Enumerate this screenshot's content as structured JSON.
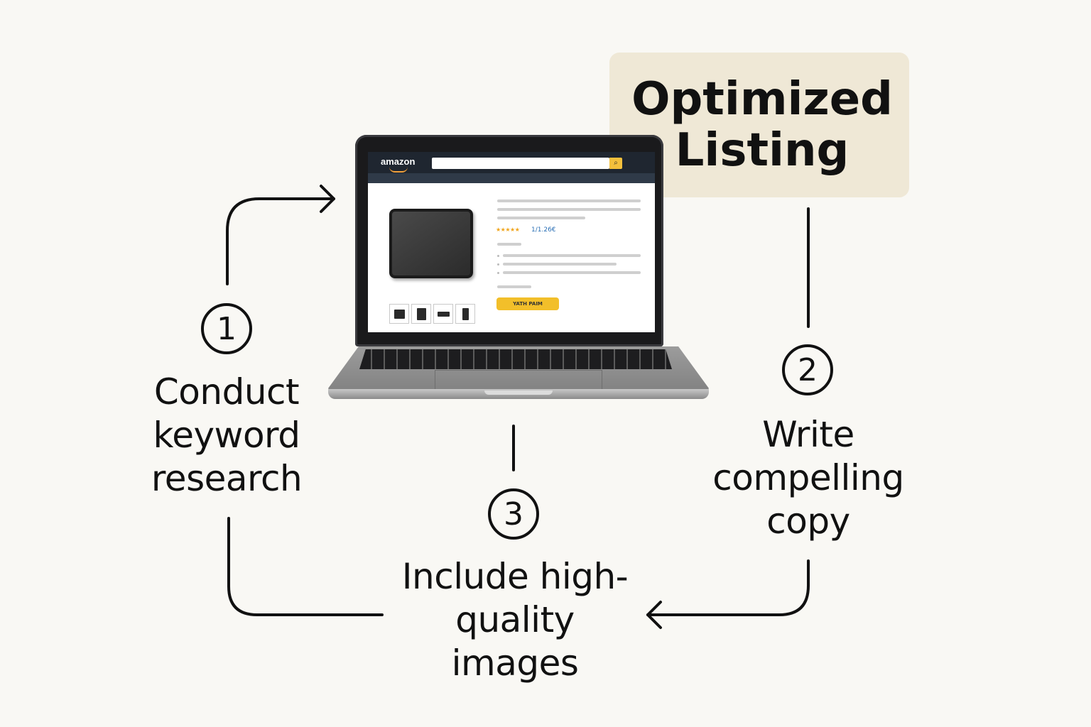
{
  "title": "Optimized Listing",
  "steps": [
    {
      "number": "1",
      "label": "Conduct keyword research"
    },
    {
      "number": "2",
      "label": "Write compelling copy"
    },
    {
      "number": "3",
      "label": "Include high-quality images"
    }
  ],
  "laptop_screen": {
    "logo": "amazon",
    "search_icon": "search-icon",
    "rating_text": "1/1.26€",
    "buy_button": "YATH PAIM"
  },
  "colors": {
    "background": "#f9f8f4",
    "badge": "#efe8d6",
    "accent_yellow": "#f2bf2a",
    "ink": "#111111"
  }
}
